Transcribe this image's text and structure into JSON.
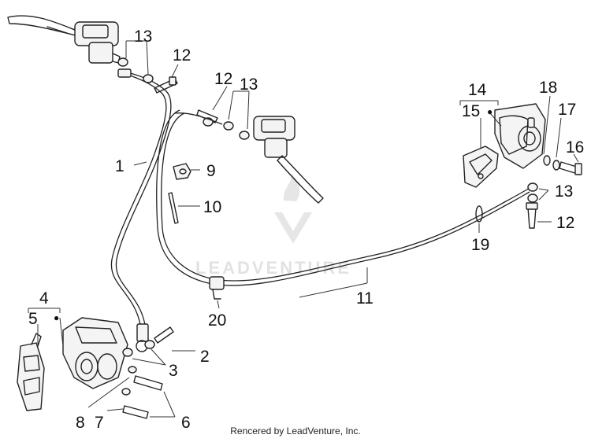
{
  "callouts": {
    "c1": "1",
    "c2": "2",
    "c3": "3",
    "c4": "4",
    "c5": "5",
    "c6": "6",
    "c7": "7",
    "c8": "8",
    "c9": "9",
    "c10": "10",
    "c11": "11",
    "c12a": "12",
    "c12b": "12",
    "c12c": "12",
    "c13a": "13",
    "c13b": "13",
    "c13c": "13",
    "c14": "14",
    "c15": "15",
    "c16": "16",
    "c17": "17",
    "c18": "18",
    "c19": "19",
    "c20": "20"
  },
  "watermark": {
    "text": "LEADVENTURE"
  },
  "footer": {
    "text": "Rencered by LeadVenture, Inc."
  },
  "colors": {
    "line": "#222222",
    "watermark": "#e2e2e2",
    "background": "#ffffff"
  }
}
